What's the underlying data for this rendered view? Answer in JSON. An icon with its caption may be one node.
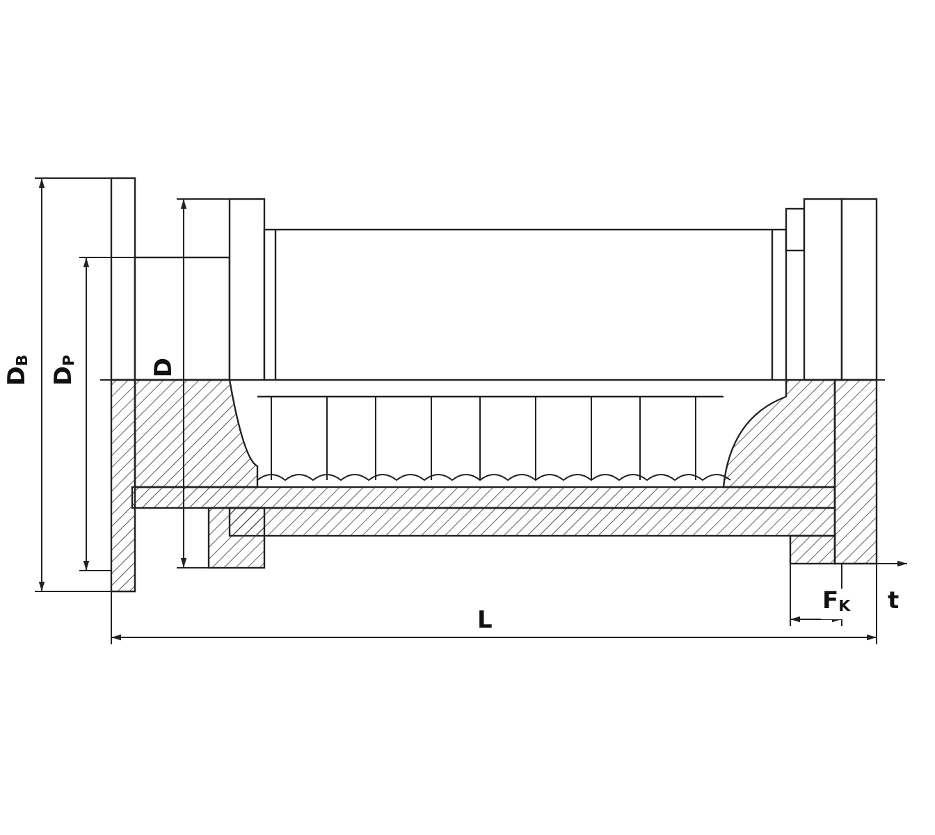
{
  "diagram": {
    "labels": [
      "D$_{B}$",
      "D$_{P}$",
      "D",
      "L",
      "F$_{K}$",
      "t"
    ]
  }
}
